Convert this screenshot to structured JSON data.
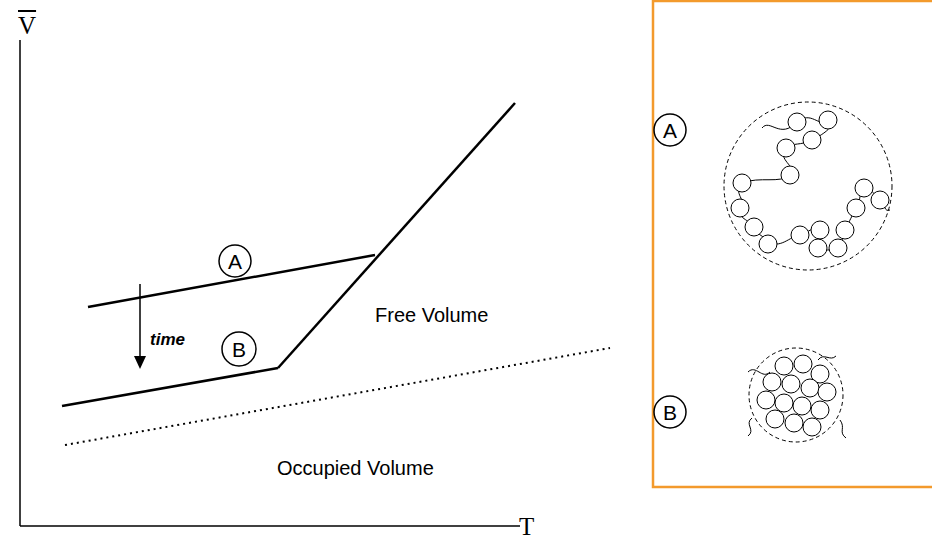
{
  "diagram": {
    "nodes": [
      {
        "text": [
          "A"
        ]
      },
      {
        "text": [
          "B"
        ]
      },
      {
        "text": [
          "A"
        ]
      },
      {
        "text": [
          "B"
        ]
      }
    ],
    "labels": [
      "V",
      "T",
      "time",
      "Free Volume",
      "Occupied Volume"
    ]
  }
}
